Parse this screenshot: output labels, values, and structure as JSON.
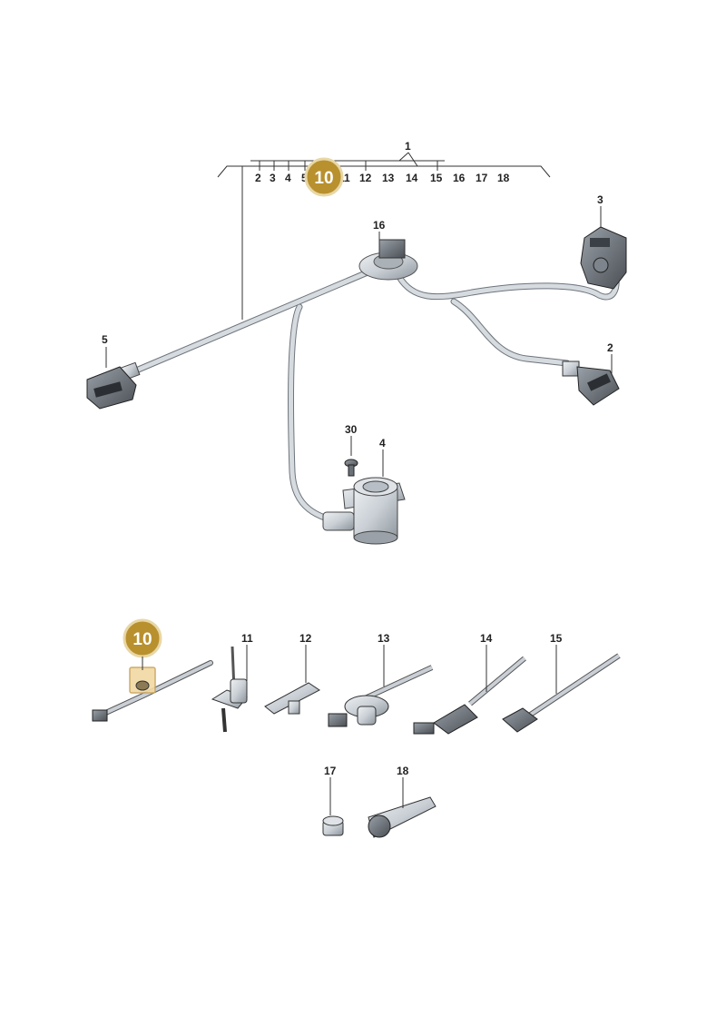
{
  "bracket_labels": [
    "1",
    "2",
    "3",
    "4",
    "5",
    "11",
    "12",
    "13",
    "14",
    "15",
    "16",
    "17",
    "18"
  ],
  "callouts": {
    "c2": "2",
    "c3": "3",
    "c4": "4",
    "c5": "5",
    "c16": "16",
    "c30": "30",
    "c11": "11",
    "c12": "12",
    "c13": "13",
    "c14": "14",
    "c15": "15",
    "c17": "17",
    "c18": "18"
  },
  "badges": {
    "top": "10",
    "bottom": "10"
  },
  "colors": {
    "badge": "#B8902E",
    "badge_border": "#E8D7A6",
    "highlight": "#F1D9A4",
    "cable": "#BFC6CC",
    "part": "#C9CFD5",
    "dark": "#4A4F55"
  }
}
